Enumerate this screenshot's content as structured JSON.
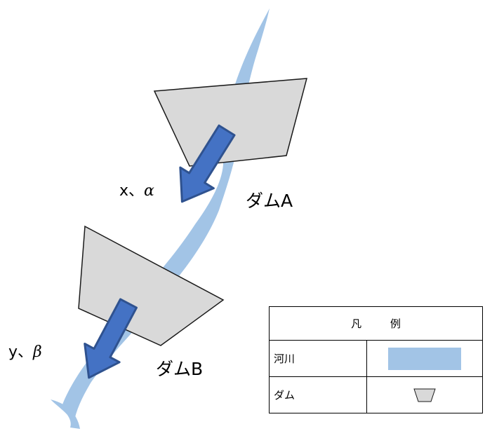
{
  "colors": {
    "river": "#a2c4e6",
    "dam_fill": "#d9d9d9",
    "dam_stroke": "#1a1a1a",
    "arrow_fill": "#4472c4",
    "arrow_stroke": "#2f528f"
  },
  "labels": {
    "flow_a_var": "x、",
    "flow_a_sym": "α",
    "flow_b_var": "y、",
    "flow_b_sym": "β",
    "dam_a": "ダムA",
    "dam_b": "ダムB"
  },
  "legend": {
    "title": "凡 例",
    "rows": [
      {
        "label": "河川",
        "symbol": "river-swatch"
      },
      {
        "label": "ダム",
        "symbol": "dam-swatch"
      }
    ]
  }
}
